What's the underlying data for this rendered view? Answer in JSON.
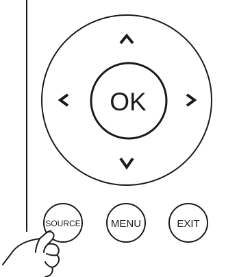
{
  "dpad": {
    "up_symbol": "^",
    "left_symbol": "<",
    "right_symbol": ">",
    "down_symbol": "v",
    "ok_label": "OK"
  },
  "buttons": {
    "source_label": "SOURCE",
    "menu_label": "MENU",
    "exit_label": "EXIT"
  },
  "colors": {
    "ink": "#1a1a1a",
    "background": "#ffffff"
  },
  "icons": [
    "hand-pointer-icon"
  ]
}
